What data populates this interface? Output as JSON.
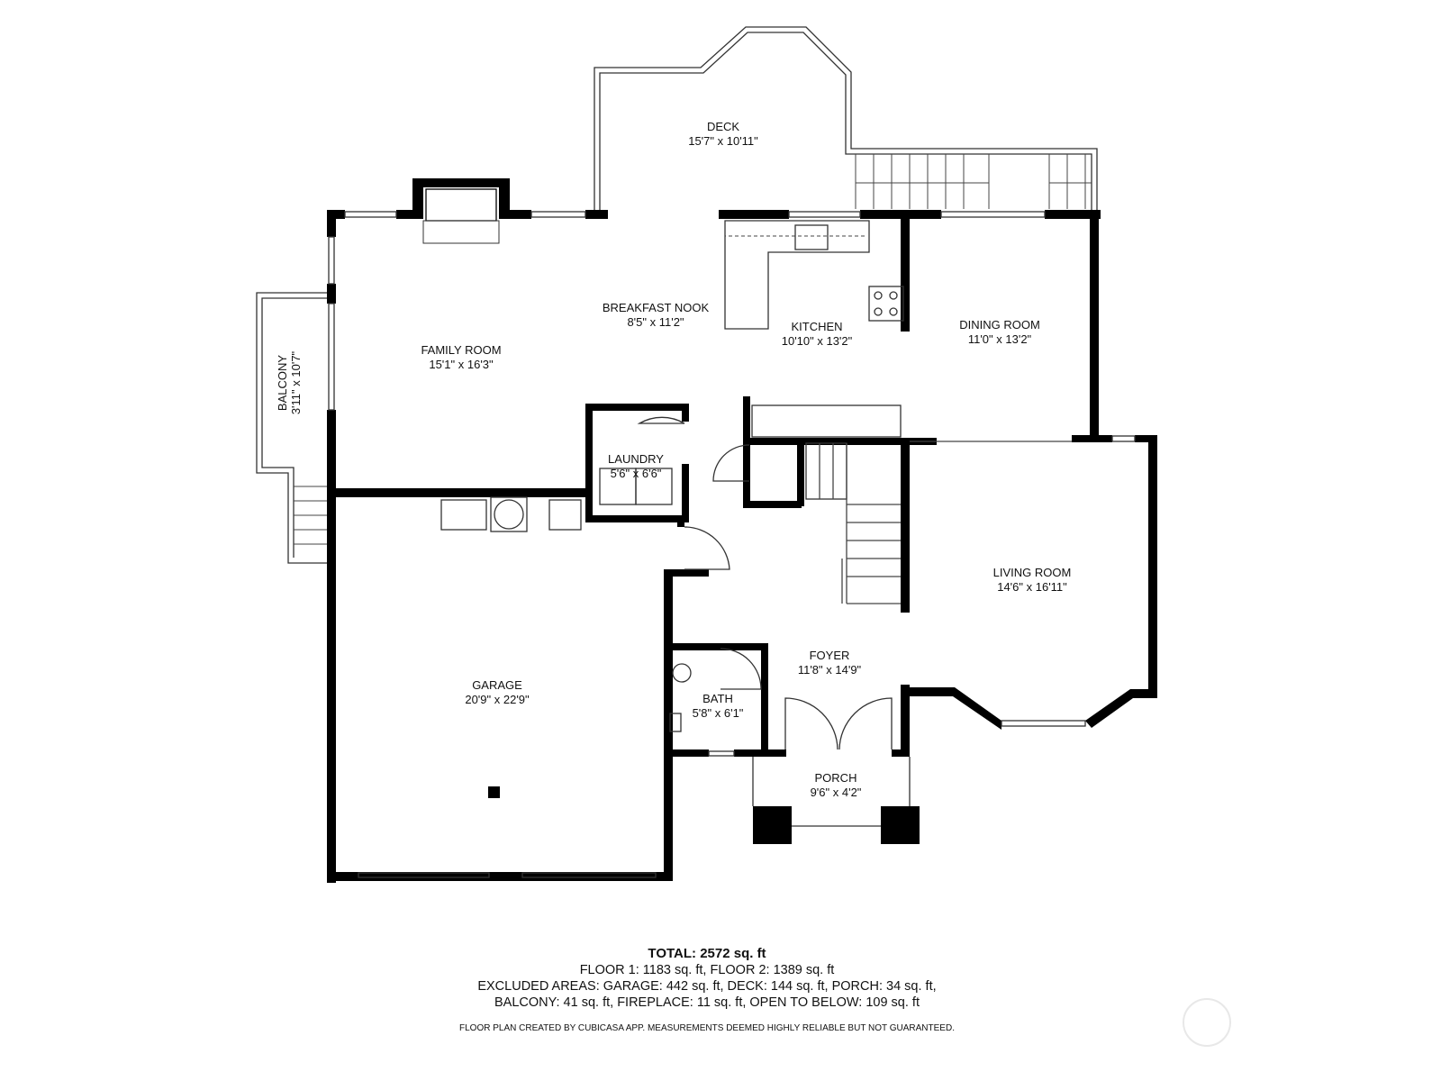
{
  "rooms": {
    "deck": {
      "name": "DECK",
      "size": "15'7\" x 10'11\""
    },
    "breakfast_nook": {
      "name": "BREAKFAST NOOK",
      "size": "8'5\" x 11'2\""
    },
    "kitchen": {
      "name": "KITCHEN",
      "size": "10'10\" x 13'2\""
    },
    "dining_room": {
      "name": "DINING ROOM",
      "size": "11'0\" x 13'2\""
    },
    "family_room": {
      "name": "FAMILY ROOM",
      "size": "15'1\" x 16'3\""
    },
    "balcony": {
      "name": "BALCONY",
      "size": "3'11\" x 10'7\""
    },
    "laundry": {
      "name": "LAUNDRY",
      "size": "5'6\" x 6'6\""
    },
    "living_room": {
      "name": "LIVING ROOM",
      "size": "14'6\" x 16'11\""
    },
    "garage": {
      "name": "GARAGE",
      "size": "20'9\" x 22'9\""
    },
    "foyer": {
      "name": "FOYER",
      "size": "11'8\" x 14'9\""
    },
    "bath": {
      "name": "BATH",
      "size": "5'8\" x 6'1\""
    },
    "porch": {
      "name": "PORCH",
      "size": "9'6\" x 4'2\""
    }
  },
  "footer": {
    "total": "TOTAL: 2572 sq. ft",
    "floors": "FLOOR 1: 1183 sq. ft, FLOOR 2: 1389 sq. ft",
    "excluded_1": "EXCLUDED AREAS: GARAGE: 442 sq. ft, DECK: 144 sq. ft, PORCH: 34 sq. ft,",
    "excluded_2": "BALCONY: 41 sq. ft, FIREPLACE: 11 sq. ft, OPEN TO BELOW: 109 sq. ft",
    "disclaimer": "FLOOR PLAN CREATED BY CUBICASA APP. MEASUREMENTS DEEMED HIGHLY RELIABLE BUT NOT GUARANTEED."
  }
}
